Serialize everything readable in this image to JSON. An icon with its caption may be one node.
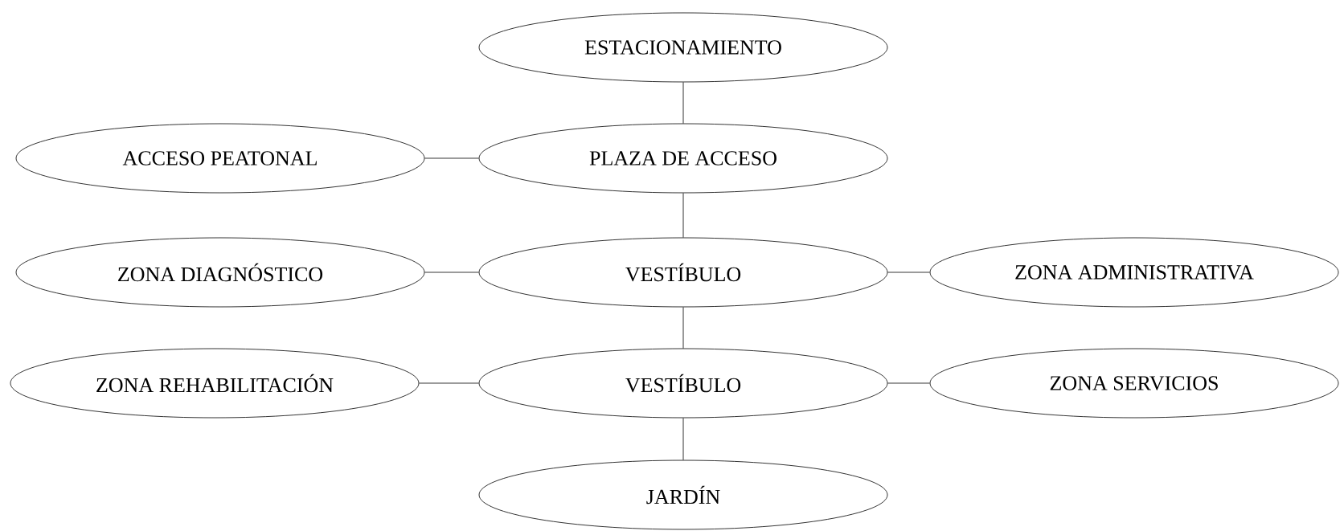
{
  "diagram": {
    "nodes": [
      {
        "text": [
          "ESTACIONAMIENTO"
        ]
      },
      {
        "text": [
          "ACCESO PEATONAL"
        ]
      },
      {
        "text": [
          "PLAZA DE ACCESO"
        ]
      },
      {
        "text": [
          "ZONA DIAGNÓSTICO"
        ]
      },
      {
        "text": [
          "VESTÍBULO"
        ]
      },
      {
        "text": [
          "ZONA ADMINISTRATIVA"
        ]
      },
      {
        "text": [
          "ZONA REHABILITACIÓN"
        ]
      },
      {
        "text": [
          "VESTÍBULO"
        ]
      },
      {
        "text": [
          "ZONA SERVICIOS"
        ]
      },
      {
        "text": [
          "JARDÍN"
        ]
      }
    ],
    "edges": [
      {
        "from": 0,
        "to": 2,
        "arrow": "none"
      },
      {
        "from": 1,
        "to": 2,
        "arrow": "none"
      },
      {
        "from": 2,
        "to": 4,
        "arrow": "none"
      },
      {
        "from": 3,
        "to": 4,
        "arrow": "none"
      },
      {
        "from": 4,
        "to": 5,
        "arrow": "none"
      },
      {
        "from": 4,
        "to": 7,
        "arrow": "none"
      },
      {
        "from": 6,
        "to": 7,
        "arrow": "none"
      },
      {
        "from": 7,
        "to": 8,
        "arrow": "none"
      },
      {
        "from": 7,
        "to": 9,
        "arrow": "none"
      }
    ]
  }
}
